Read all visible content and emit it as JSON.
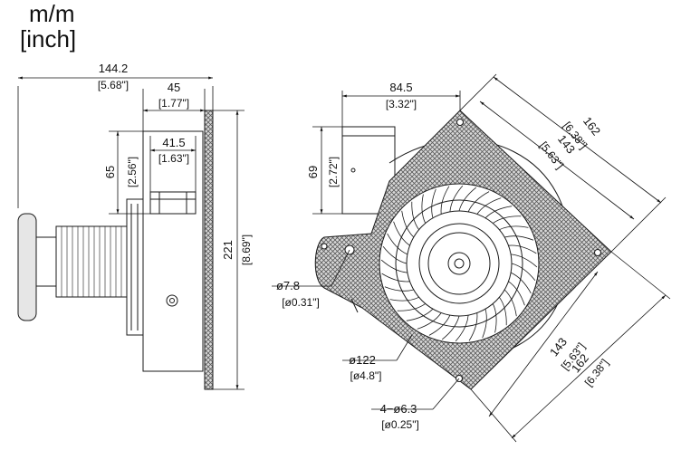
{
  "units": {
    "metric": "m/m",
    "imperial": "[inch]"
  },
  "side_view": {
    "overall_width": {
      "mm": "144.2",
      "inch": "[5.68\"]"
    },
    "housing_depth": {
      "mm": "45",
      "inch": "[1.77\"]"
    },
    "outlet_depth": {
      "mm": "41.5",
      "inch": "[1.63\"]"
    },
    "outlet_height": {
      "mm": "65",
      "inch": "[2.56\"]"
    },
    "plate_height": {
      "mm": "221",
      "inch": "[8.69\"]"
    }
  },
  "front_view": {
    "outlet_width": {
      "mm": "84.5",
      "inch": "[3.32\"]"
    },
    "outlet_height": {
      "mm": "69",
      "inch": "[2.72\"]"
    },
    "plate_diag_outer_top": {
      "mm": "162",
      "inch": "[6.38\"]"
    },
    "hole_spacing_top": {
      "mm": "143",
      "inch": "[5.63\"]"
    },
    "hole_spacing_bottom": {
      "mm": "143",
      "inch": "[5.63\"]"
    },
    "plate_diag_outer_bottom": {
      "mm": "162",
      "inch": "[6.38\"]"
    },
    "small_hole": {
      "mm": "ø7.8",
      "inch": "[ø0.31\"]"
    },
    "wheel_diameter": {
      "mm": "ø122",
      "inch": "[ø4.8\"]"
    },
    "mount_holes": {
      "mm": "4−ø6.3",
      "inch": "[ø0.25\"]"
    }
  },
  "colors": {
    "line": "#1a1a1a",
    "hatch": "#6f6f6f",
    "plate_fill": "#8a8a8a"
  }
}
